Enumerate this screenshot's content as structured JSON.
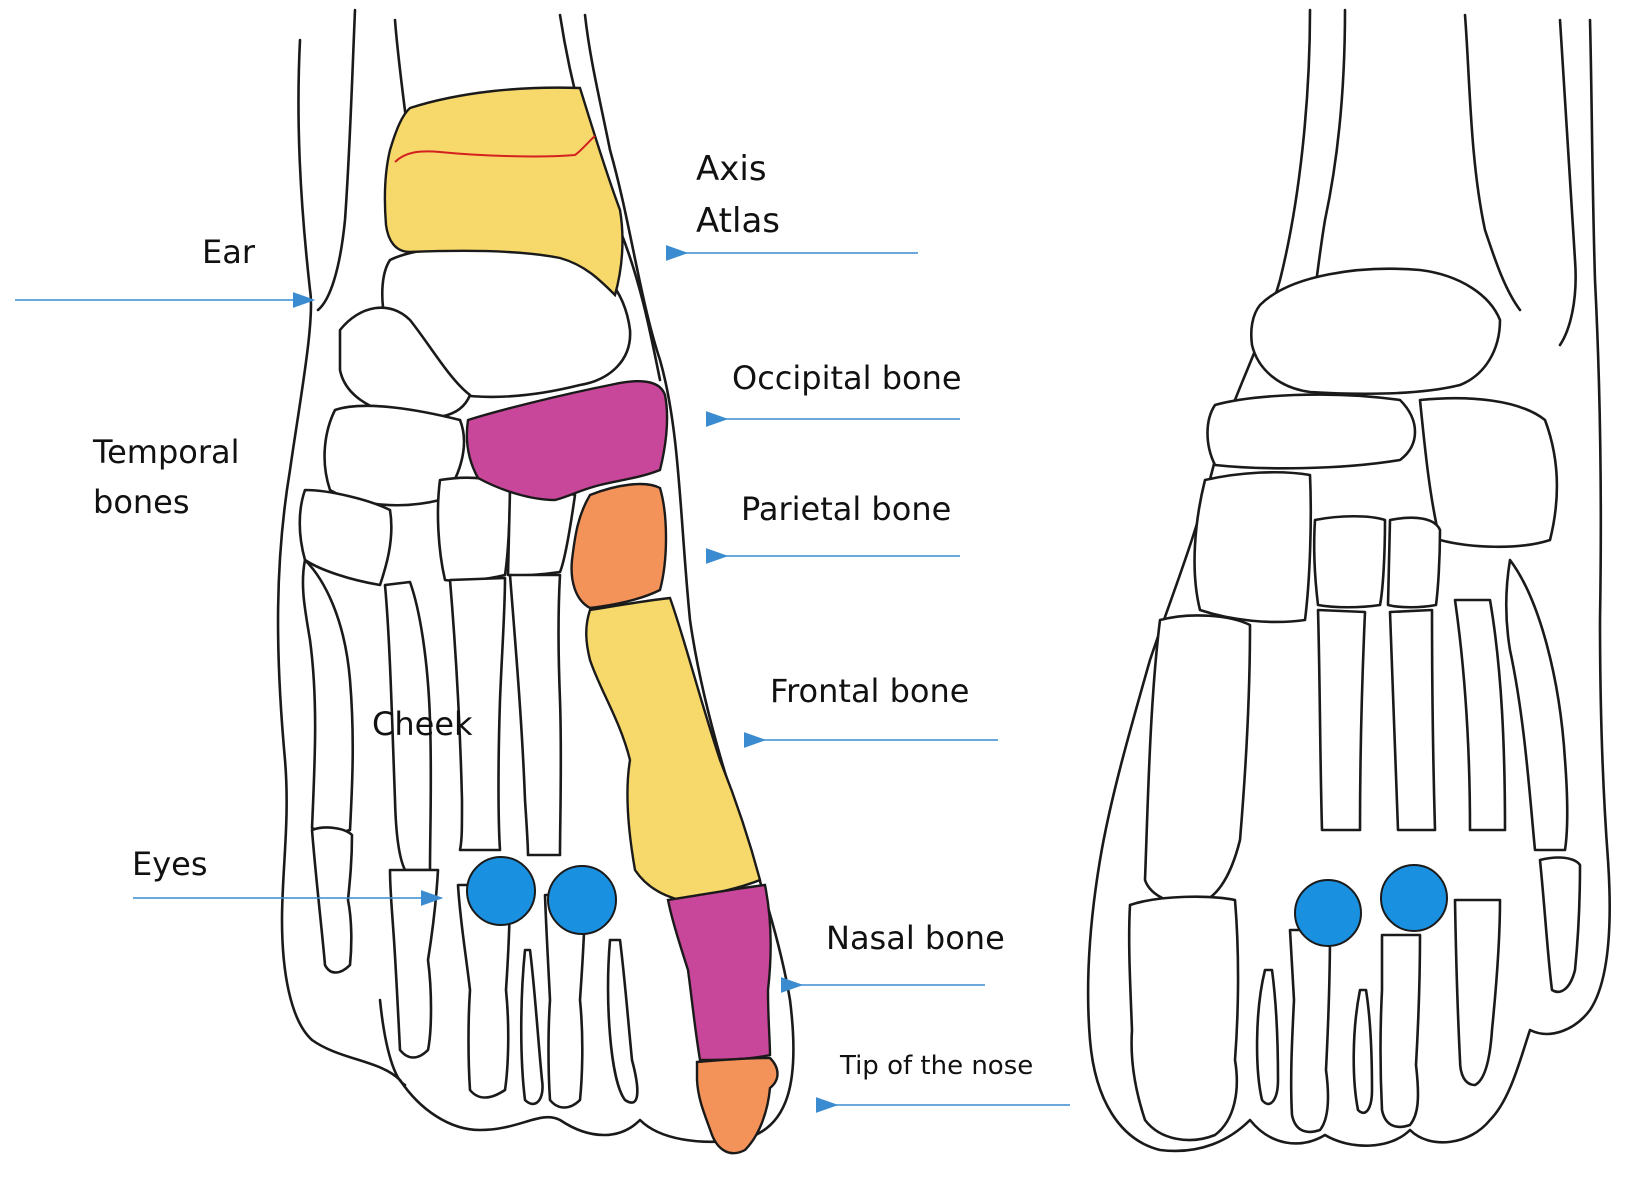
{
  "labels": {
    "axis": "Axis",
    "atlas": "Atlas",
    "ear": "Ear",
    "occipital": "Occipital bone",
    "temporal_line1": "Temporal",
    "temporal_line2": "bones",
    "parietal": "Parietal bone",
    "frontal": "Frontal bone",
    "cheek": "Cheek",
    "eyes": "Eyes",
    "nasal": "Nasal bone",
    "nose_tip": "Tip of the nose"
  },
  "colors": {
    "talus_yellow": "#f7d86a",
    "magenta": "#c8479a",
    "orange": "#f3935a",
    "eye_blue": "#1a90e0",
    "arrow_blue": "#3a8bd0",
    "crack_red": "#d42020"
  },
  "figures": [
    "left-foot-annotated",
    "right-foot-plain"
  ]
}
